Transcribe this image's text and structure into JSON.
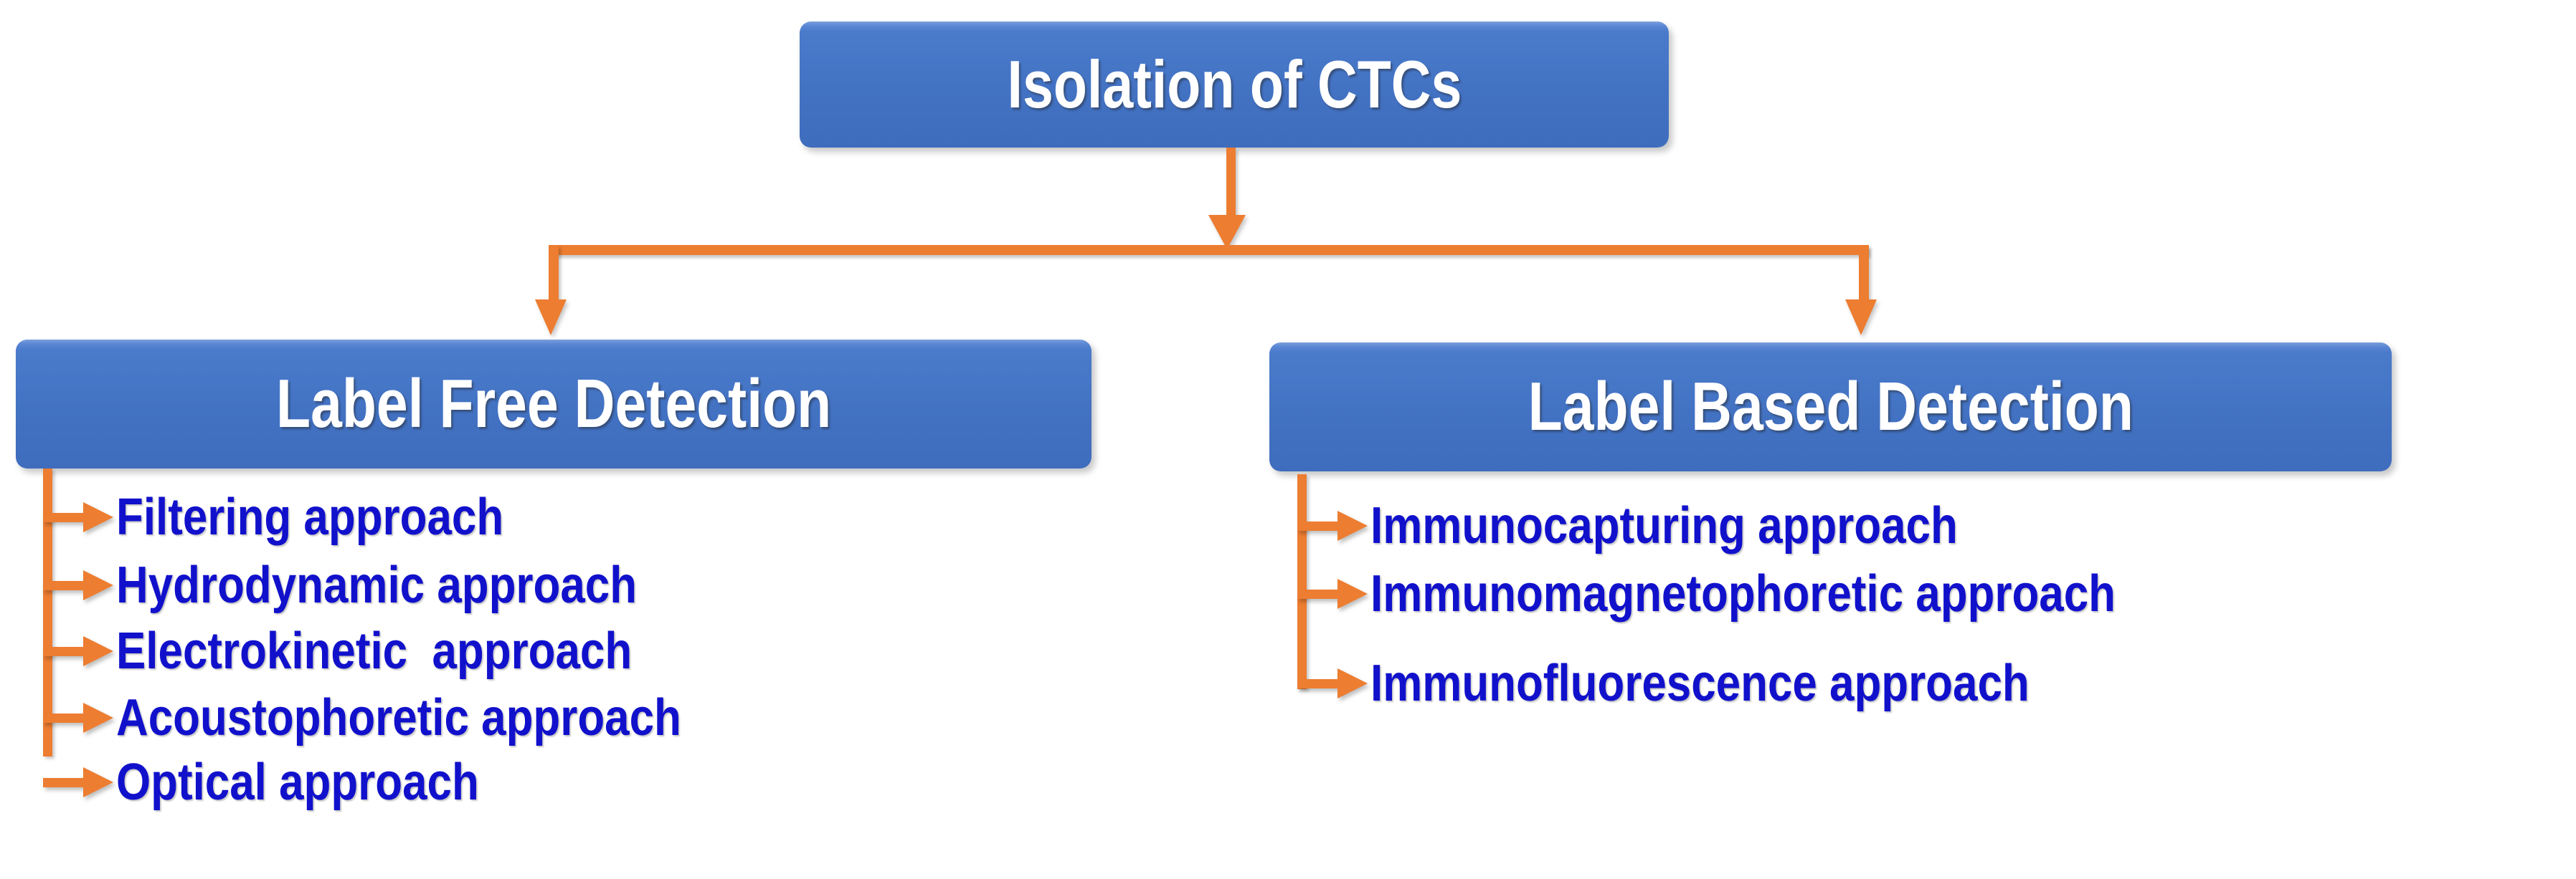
{
  "diagram": {
    "type": "flowchart-tree",
    "title": "Isolation of CTCs",
    "colors": {
      "box_fill": "#4472C4",
      "box_text": "#FFFFFF",
      "connector": "#ED7D31",
      "bullet_text": "#1111CC",
      "background": "#FFFFFF"
    },
    "root": {
      "label": "Isolation of CTCs"
    },
    "branches": [
      {
        "id": "label-free",
        "label": "Label Free Detection",
        "items": [
          "Filtering approach",
          "Hydrodynamic approach",
          "Electrokinetic  approach",
          "Acoustophoretic approach",
          "Optical approach"
        ]
      },
      {
        "id": "label-based",
        "label": "Label Based Detection",
        "items": [
          "Immunocapturing approach",
          "Immunomagnetophoretic approach",
          "Immunofluorescence approach"
        ]
      }
    ]
  }
}
